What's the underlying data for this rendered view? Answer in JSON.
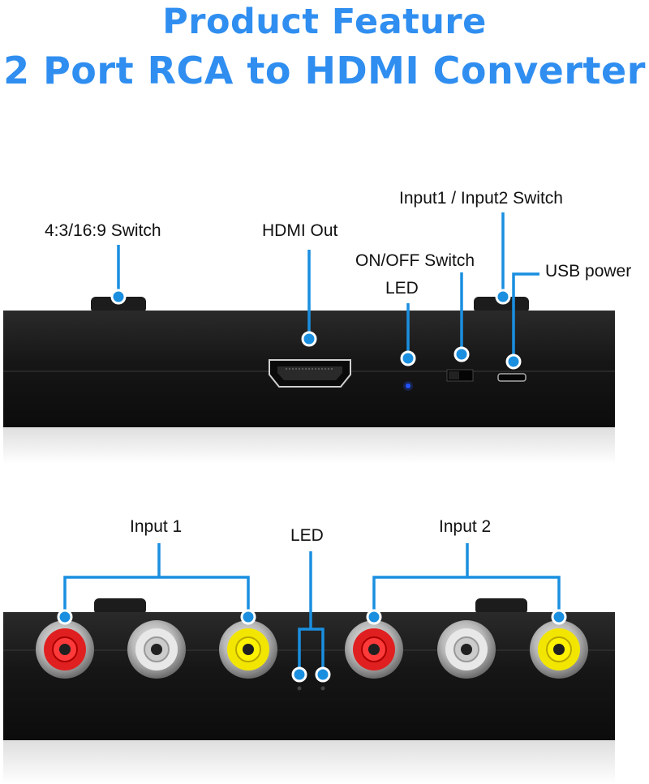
{
  "title": {
    "line1": "Product Feature",
    "line2": "2 Port RCA to HDMI Converter"
  },
  "colors": {
    "title_blue": "#2f8ef0",
    "callout_blue": "#1a8fe0",
    "device_body": "#151515",
    "led_blue": "#2255ff",
    "rca_red": "#e02020",
    "rca_white": "#e8e8e8",
    "rca_yellow": "#f2e600"
  },
  "top_panel": {
    "labels": {
      "aspect_switch": "4:3/16:9 Switch",
      "hdmi_out": "HDMI Out",
      "input_switch": "Input1 / Input2 Switch",
      "onoff_switch": "ON/OFF Switch",
      "led": "LED",
      "usb_power": "USB power"
    }
  },
  "bottom_panel": {
    "labels": {
      "input1": "Input 1",
      "led": "LED",
      "input2": "Input 2"
    },
    "input1_jacks": [
      "red",
      "white",
      "yellow"
    ],
    "input2_jacks": [
      "red",
      "white",
      "yellow"
    ]
  }
}
